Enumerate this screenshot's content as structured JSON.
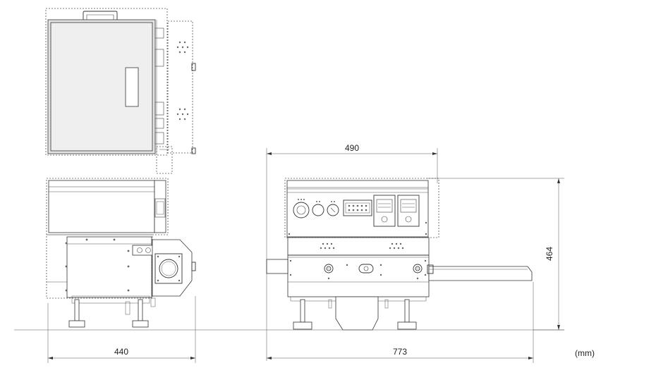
{
  "dimensions": {
    "top_width": "490",
    "height": "464",
    "side_width": "440",
    "front_width": "773"
  },
  "units": "(mm)"
}
